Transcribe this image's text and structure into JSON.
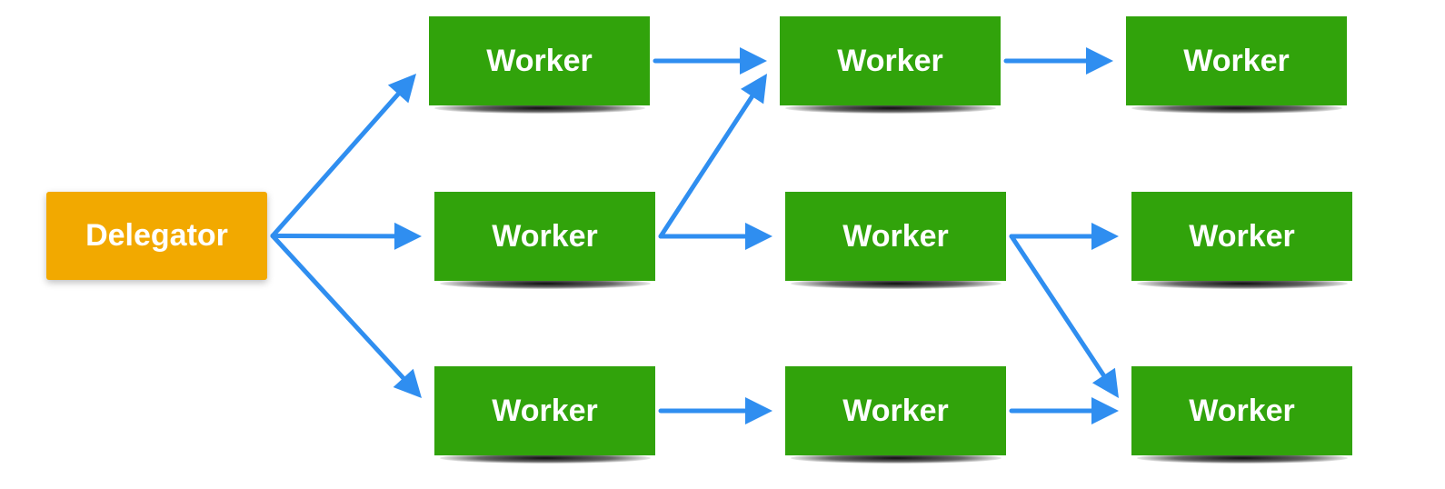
{
  "colors": {
    "delegator": "#f2a900",
    "worker": "#31a30b",
    "arrow": "#2f8ef0"
  },
  "nodes": {
    "delegator": {
      "label": "Delegator"
    },
    "w_r1c1": {
      "label": "Worker"
    },
    "w_r1c2": {
      "label": "Worker"
    },
    "w_r1c3": {
      "label": "Worker"
    },
    "w_r2c1": {
      "label": "Worker"
    },
    "w_r2c2": {
      "label": "Worker"
    },
    "w_r2c3": {
      "label": "Worker"
    },
    "w_r3c1": {
      "label": "Worker"
    },
    "w_r3c2": {
      "label": "Worker"
    },
    "w_r3c3": {
      "label": "Worker"
    }
  },
  "edges": [
    {
      "from": "delegator",
      "to": "w_r1c1"
    },
    {
      "from": "delegator",
      "to": "w_r2c1"
    },
    {
      "from": "delegator",
      "to": "w_r3c1"
    },
    {
      "from": "w_r1c1",
      "to": "w_r1c2"
    },
    {
      "from": "w_r2c1",
      "to": "w_r1c2"
    },
    {
      "from": "w_r1c2",
      "to": "w_r1c3"
    },
    {
      "from": "w_r2c1",
      "to": "w_r2c2"
    },
    {
      "from": "w_r2c2",
      "to": "w_r2c3"
    },
    {
      "from": "w_r2c2",
      "to": "w_r3c3"
    },
    {
      "from": "w_r3c1",
      "to": "w_r3c2"
    },
    {
      "from": "w_r3c2",
      "to": "w_r3c3"
    }
  ]
}
